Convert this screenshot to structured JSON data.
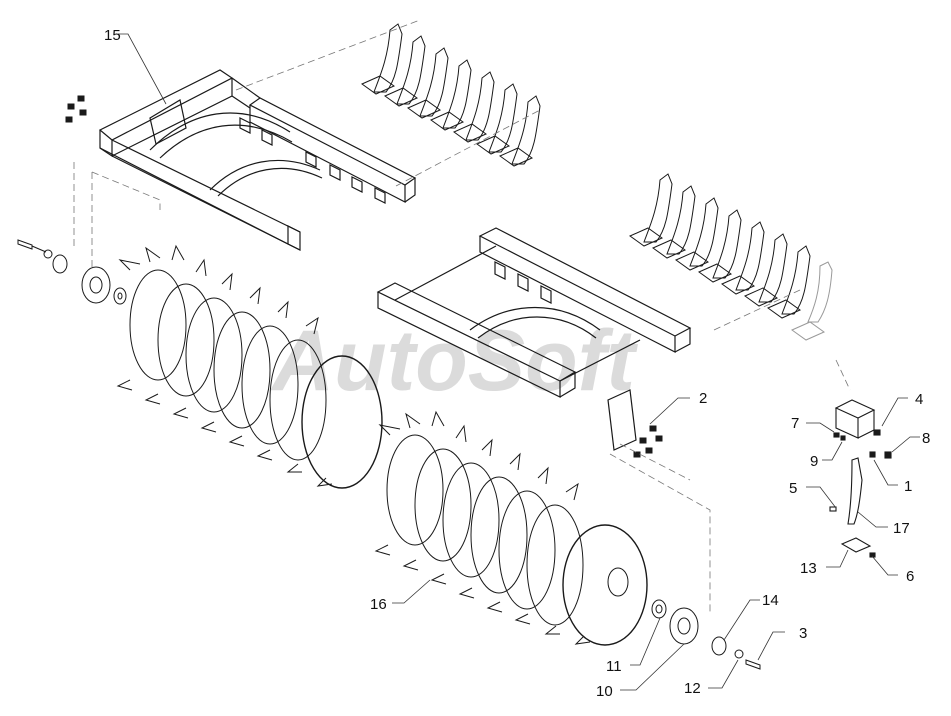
{
  "diagram": {
    "watermark_text": "AutoSoft",
    "colors": {
      "line": "#1a1a1a",
      "thin": "#444444",
      "dash": "#666666",
      "watermark": "#c9c9c9"
    },
    "callouts": [
      {
        "id": "c1",
        "label": "1"
      },
      {
        "id": "c2",
        "label": "2"
      },
      {
        "id": "c3",
        "label": "3"
      },
      {
        "id": "c4",
        "label": "4"
      },
      {
        "id": "c5",
        "label": "5"
      },
      {
        "id": "c6",
        "label": "6"
      },
      {
        "id": "c7",
        "label": "7"
      },
      {
        "id": "c8",
        "label": "8"
      },
      {
        "id": "c9",
        "label": "9"
      },
      {
        "id": "c10",
        "label": "10"
      },
      {
        "id": "c11",
        "label": "11"
      },
      {
        "id": "c12",
        "label": "12"
      },
      {
        "id": "c13",
        "label": "13"
      },
      {
        "id": "c14",
        "label": "14"
      },
      {
        "id": "c15",
        "label": "15"
      },
      {
        "id": "c16",
        "label": "16"
      },
      {
        "id": "c17",
        "label": "17"
      }
    ]
  }
}
